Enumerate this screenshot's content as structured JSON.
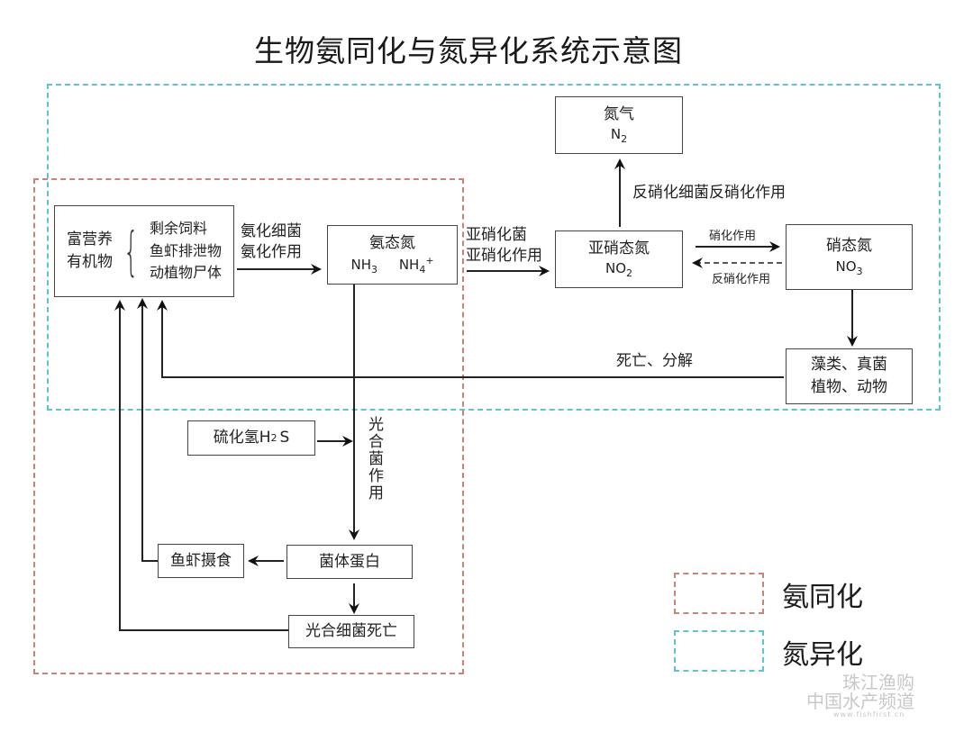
{
  "title": "生物氨同化与氮异化系统示意图",
  "regions": {
    "assimilation_color": "#c98476",
    "dissimilation_color": "#5cc6cc"
  },
  "boxes": {
    "organic": {
      "group": [
        "富营养",
        "有机物"
      ],
      "items": [
        "剩余饲料",
        "鱼虾排泄物",
        "动植物尸体"
      ]
    },
    "ammonia": {
      "name": "氨态氮",
      "formula_a": "NH",
      "formula_a_sub": "3",
      "formula_b": "NH",
      "formula_b_sub": "4",
      "formula_b_sup": "+"
    },
    "nitrite": {
      "name": "亚硝态氮",
      "formula": "NO",
      "formula_sub": "2"
    },
    "nitrate": {
      "name": "硝态氮",
      "formula": "NO",
      "formula_sub": "3"
    },
    "nitrogen_gas": {
      "name": "氮气",
      "formula": "N",
      "formula_sub": "2"
    },
    "organisms": {
      "line1": "藻类、真菌",
      "line2": "植物、动物"
    },
    "h2s": {
      "name": "硫化氢H",
      "sub": "2",
      "tail": "S"
    },
    "bacterial_protein": {
      "name": "菌体蛋白"
    },
    "fish_feeding": {
      "name": "鱼虾摄食"
    },
    "bacteria_death": {
      "name": "光合细菌死亡"
    }
  },
  "edge_labels": {
    "ammonification": [
      "氨化细菌",
      "氨化作用"
    ],
    "nitritation": [
      "亚硝化菌",
      "亚硝化作用"
    ],
    "nitrification": "硝化作用",
    "denitrification_back": "反硝化作用",
    "denitrification_up": "反硝化细菌反硝化作用",
    "death_decomposition": "死亡、分解",
    "photosynthetic": "光合菌作用"
  },
  "legend": [
    {
      "label": "氨同化",
      "color": "#c98476"
    },
    {
      "label": "氮异化",
      "color": "#5cc6cc"
    }
  ],
  "watermark": {
    "line1": "珠江渔购",
    "line2": "中国水产频道",
    "line3": "www.fishfirst.cn"
  }
}
